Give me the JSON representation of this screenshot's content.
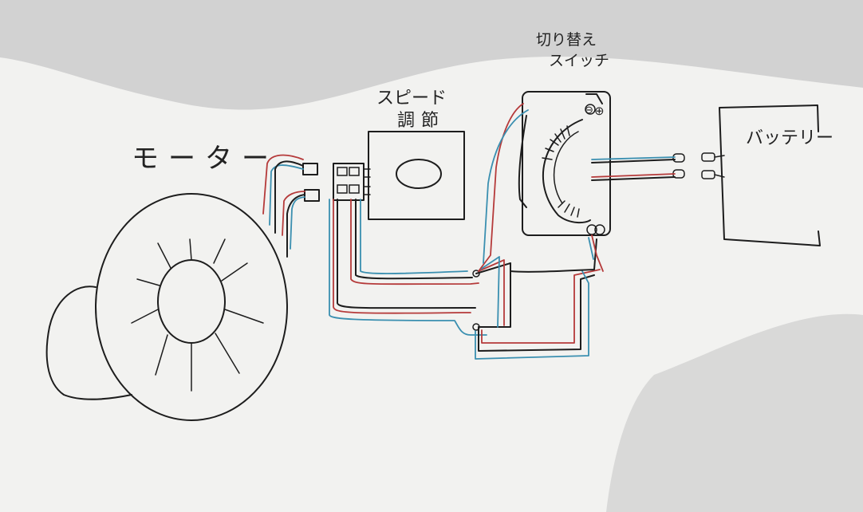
{
  "labels": {
    "motor": "モーター",
    "speed_line1": "スピード",
    "speed_line2": "調節",
    "switch_line1": "切り替え",
    "switch_line2": "スイッチ",
    "battery": "バッテリー",
    "minus": "⊖",
    "plus": "⊕"
  },
  "colors": {
    "paper": "#f4f4f2",
    "ink": "#1d1d1d",
    "red_wire": "#b53a3a",
    "blue_wire": "#3a8fb0",
    "shadow": "#d4d4d4"
  }
}
